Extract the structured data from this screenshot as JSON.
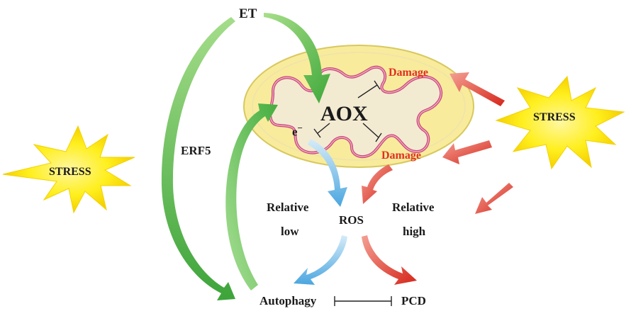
{
  "labels": {
    "et": "ET",
    "erf5": "ERF5",
    "aox": "AOX",
    "electron": "e",
    "electron_sup": "−",
    "damage_top": "Damage",
    "damage_bottom": "Damage",
    "stress_left": "STRESS",
    "stress_right": "STRESS",
    "relative_low_1": "Relative",
    "relative_low_2": "low",
    "relative_high_1": "Relative",
    "relative_high_2": "high",
    "ros": "ROS",
    "autophagy": "Autophagy",
    "pcd": "PCD"
  },
  "colors": {
    "green_arrow": "#5dbb4a",
    "blue_arrow": "#6cb8e6",
    "red_arrow": "#e03a2a",
    "star_fill": "#fff21a",
    "star_edge": "#f2d200",
    "mito_fill": "#f8ec9c",
    "mito_inner": "#f5ead0",
    "cristae": "#d8608a",
    "damage_text": "#e03020"
  }
}
